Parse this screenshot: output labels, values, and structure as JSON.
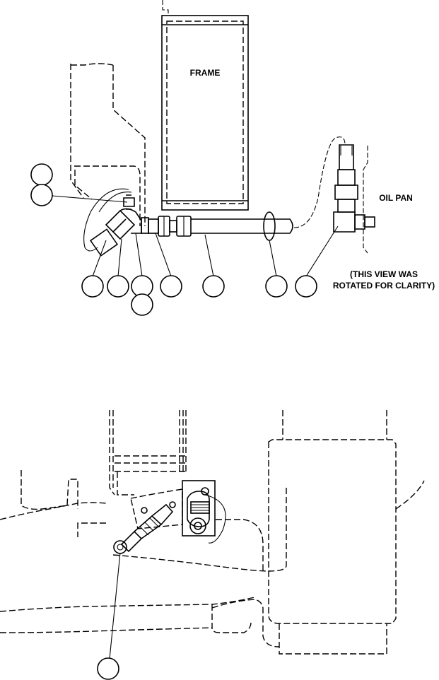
{
  "labels": {
    "frame": "FRAME",
    "oil_pan": "OIL PAN",
    "rotated_note_line1": "(THIS VIEW WAS",
    "rotated_note_line2": "ROTATED FOR CLARITY)"
  },
  "callout_count": 11
}
